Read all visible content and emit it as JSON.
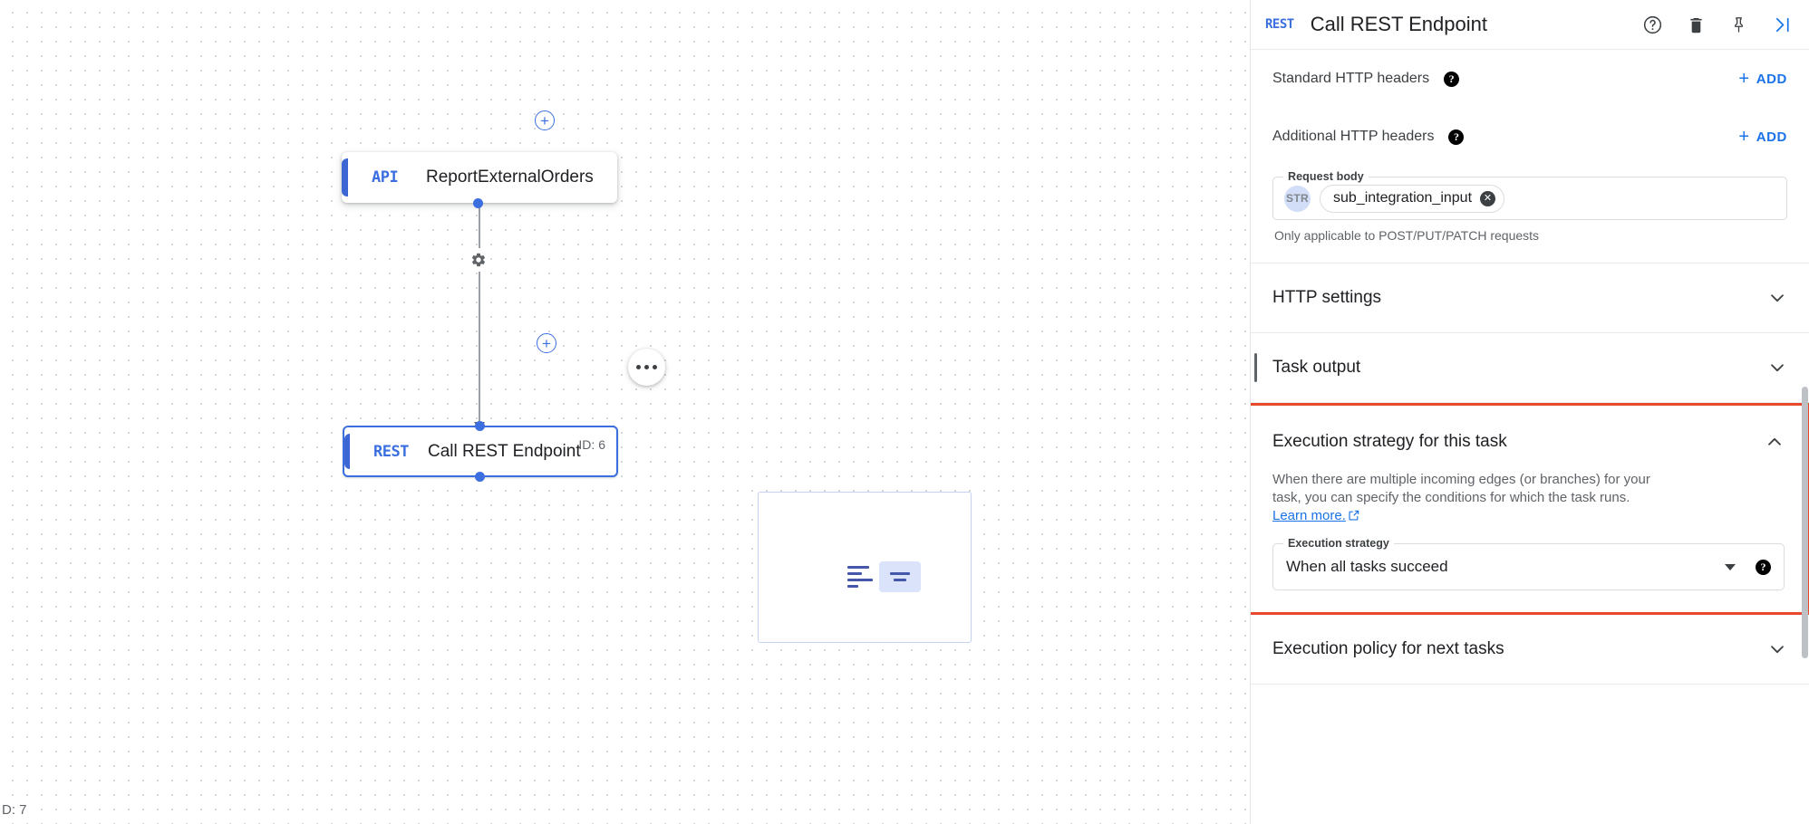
{
  "canvas": {
    "zoom_readout": "D: 7",
    "nodes": [
      {
        "kind": "API",
        "title": "ReportExternalOrders",
        "id_label": ""
      },
      {
        "kind": "REST",
        "title": "Call REST Endpoint",
        "id_label": "ID: 6"
      }
    ],
    "icons": {
      "add_handle": "plus-circle-icon",
      "edge_settings": "gear-icon",
      "node_menu": "more-options-icon"
    }
  },
  "panel": {
    "header": {
      "kind_badge": "REST",
      "title": "Call REST Endpoint",
      "icons": {
        "help": "help-circle-icon",
        "delete": "trash-icon",
        "pin": "pin-icon",
        "collapse": "collapse-panel-icon"
      }
    },
    "standard_headers": {
      "label": "Standard HTTP headers",
      "add_label": "ADD"
    },
    "additional_headers": {
      "label": "Additional HTTP headers",
      "add_label": "ADD"
    },
    "request_body": {
      "legend": "Request body",
      "type_badge": "STR",
      "chip_value": "sub_integration_input",
      "hint": "Only applicable to POST/PUT/PATCH requests"
    },
    "sections": [
      {
        "title": "HTTP settings",
        "state": "collapsed"
      },
      {
        "title": "Task output",
        "state": "collapsed"
      },
      {
        "title": "Execution policy for next tasks",
        "state": "collapsed"
      }
    ],
    "execution_strategy": {
      "title": "Execution strategy for this task",
      "description_line1": "When there are multiple incoming edges (or branches) for your task,",
      "description_line2": "you can specify the conditions for which the task runs.",
      "learn_more": "Learn more.",
      "field_legend": "Execution strategy",
      "field_value": "When all tasks succeed",
      "state": "expanded"
    }
  },
  "colors": {
    "accent_blue": "#1a73e8",
    "node_blue": "#3b6fe0",
    "highlight_red": "#e8492a",
    "text_primary": "#202124",
    "text_secondary": "#5f6368"
  }
}
